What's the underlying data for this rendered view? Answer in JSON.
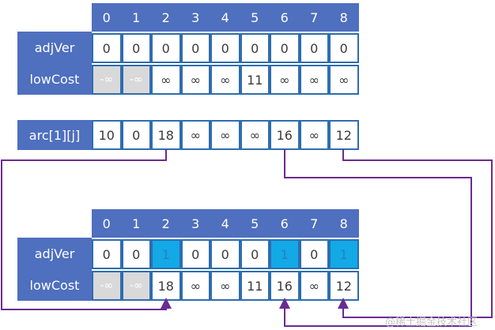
{
  "table1": {
    "indices": [
      "0",
      "1",
      "2",
      "3",
      "4",
      "5",
      "6",
      "7",
      "8"
    ],
    "rows": [
      {
        "label": "adjVer",
        "values": [
          "0",
          "0",
          "0",
          "0",
          "0",
          "0",
          "0",
          "0",
          "0"
        ],
        "styles": [
          "n",
          "n",
          "n",
          "n",
          "n",
          "n",
          "n",
          "n",
          "n"
        ]
      },
      {
        "label": "lowCost",
        "values": [
          "-∞",
          "-∞",
          "∞",
          "∞",
          "∞",
          "11",
          "∞",
          "∞",
          "∞"
        ],
        "styles": [
          "g",
          "g",
          "n",
          "n",
          "n",
          "n",
          "n",
          "n",
          "n"
        ]
      }
    ]
  },
  "arc": {
    "label": "arc[1][j]",
    "values": [
      "10",
      "0",
      "18",
      "∞",
      "∞",
      "∞",
      "16",
      "∞",
      "12"
    ]
  },
  "table2": {
    "indices": [
      "0",
      "1",
      "2",
      "3",
      "4",
      "5",
      "6",
      "7",
      "8"
    ],
    "rows": [
      {
        "label": "adjVer",
        "values": [
          "0",
          "0",
          "1",
          "0",
          "0",
          "0",
          "1",
          "0",
          "1"
        ],
        "styles": [
          "n",
          "n",
          "h",
          "n",
          "n",
          "n",
          "h",
          "n",
          "h"
        ]
      },
      {
        "label": "lowCost",
        "values": [
          "-∞",
          "-∞",
          "18",
          "∞",
          "∞",
          "11",
          "16",
          "∞",
          "12"
        ],
        "styles": [
          "g",
          "g",
          "n",
          "n",
          "n",
          "n",
          "n",
          "n",
          "n"
        ]
      }
    ]
  },
  "colors": {
    "header": "#4f6fbf",
    "border": "#2e6db0",
    "highlight": "#12a9e6",
    "grey": "#d9d9d9",
    "arrow": "#6a2c91"
  },
  "watermark": "@稀土掘金技术社区"
}
